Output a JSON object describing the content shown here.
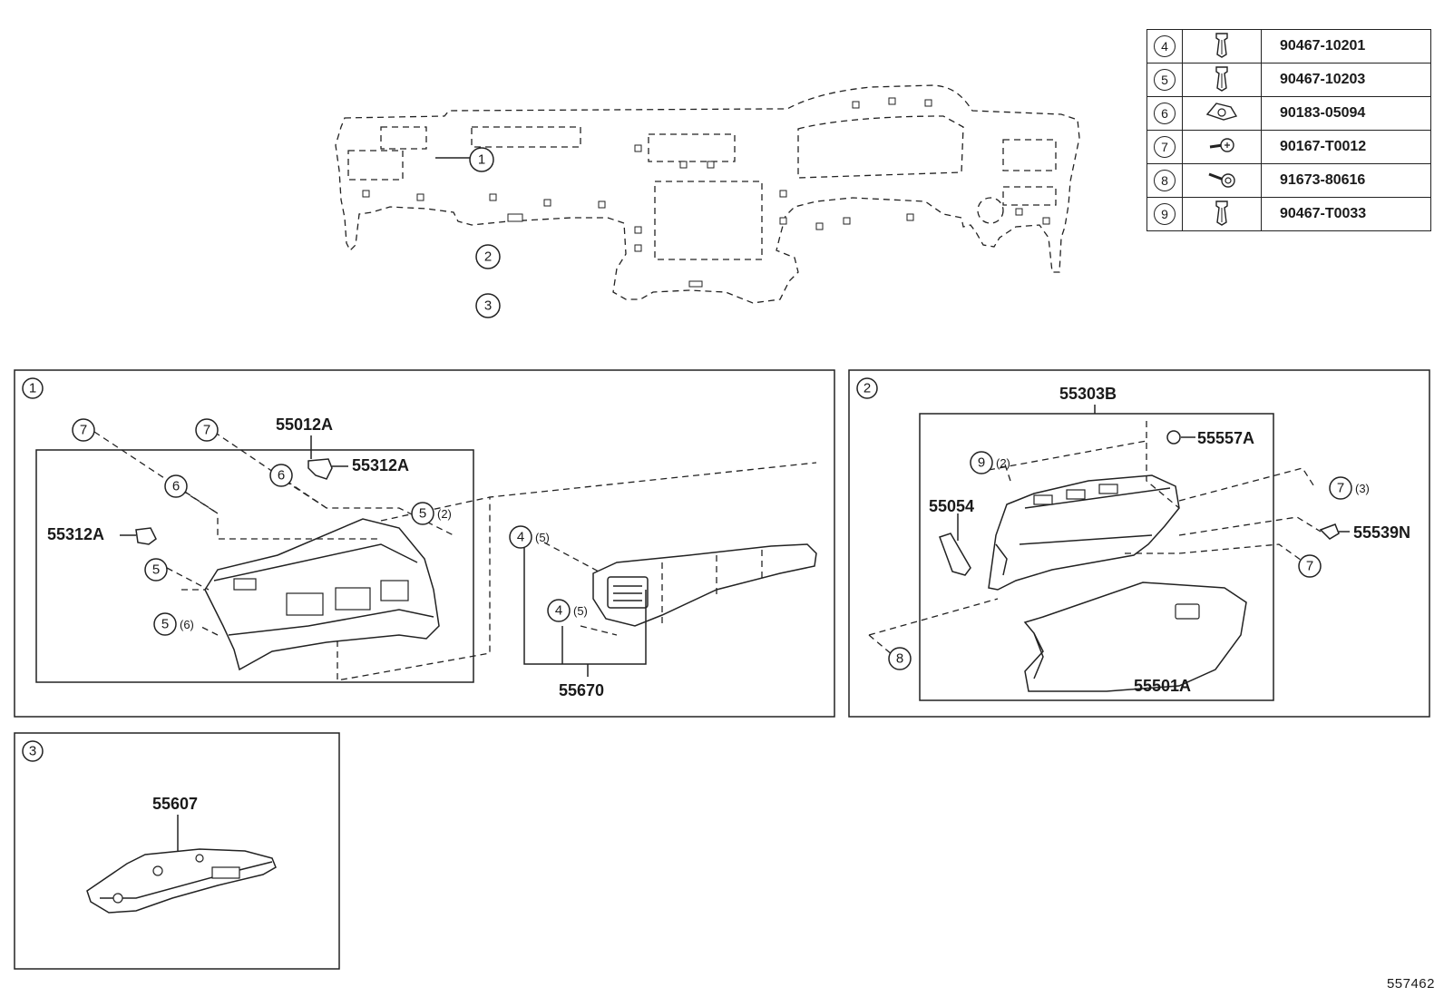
{
  "parts_table": [
    {
      "no": "4",
      "icon": "clip-icon",
      "part_number": "90467-10201"
    },
    {
      "no": "5",
      "icon": "clip-icon",
      "part_number": "90467-10203"
    },
    {
      "no": "6",
      "icon": "nut-icon",
      "part_number": "90183-05094"
    },
    {
      "no": "7",
      "icon": "screw-icon",
      "part_number": "90167-T0012"
    },
    {
      "no": "8",
      "icon": "bolt-icon",
      "part_number": "91673-80616"
    },
    {
      "no": "9",
      "icon": "clip-icon",
      "part_number": "90467-T0033"
    }
  ],
  "overview": {
    "callouts": [
      "1",
      "2",
      "3"
    ]
  },
  "section1": {
    "id": "1",
    "labels": {
      "p55012A": "55012A",
      "p55312A_right": "55312A",
      "p55312A_left": "55312A",
      "p55670": "55670"
    },
    "callouts": {
      "c7a": "7",
      "c7b": "7",
      "c6a": "6",
      "c6b": "6",
      "c5a": "5",
      "c5b": "5",
      "c5c": "5",
      "c4a": "4",
      "c4b": "4"
    },
    "qty": {
      "c5b": "(2)",
      "c5c": "(6)",
      "c4a": "(5)",
      "c4b": "(5)"
    }
  },
  "section2": {
    "id": "2",
    "labels": {
      "p55303B": "55303B",
      "p55557A": "55557A",
      "p55054": "55054",
      "p55539N": "55539N",
      "p55501A": "55501A"
    },
    "callouts": {
      "c9": "9",
      "c7a": "7",
      "c7b": "7",
      "c8": "8"
    },
    "qty": {
      "c9": "(2)",
      "c7a": "(3)"
    }
  },
  "section3": {
    "id": "3",
    "labels": {
      "p55607": "55607"
    }
  },
  "footer": {
    "diagram_number": "557462"
  }
}
